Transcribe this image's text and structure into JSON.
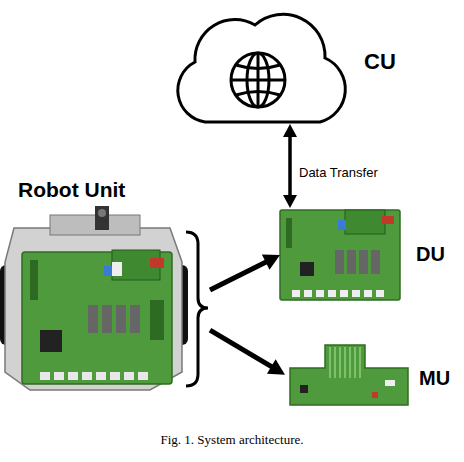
{
  "diagram": {
    "caption": "Fig. 1.  System architecture.",
    "nodes": [
      {
        "text": [
          "CU"
        ]
      },
      {
        "text": [
          "Robot Unit"
        ]
      },
      {
        "text": [
          "DU"
        ]
      },
      {
        "text": [
          "MU"
        ]
      }
    ],
    "edges": [
      {
        "from": 0,
        "to": 2,
        "label": "Data Transfer",
        "arrow": "both"
      },
      {
        "from": 1,
        "to": 2,
        "arrow": "to"
      },
      {
        "from": 1,
        "to": 3,
        "arrow": "to"
      }
    ]
  }
}
